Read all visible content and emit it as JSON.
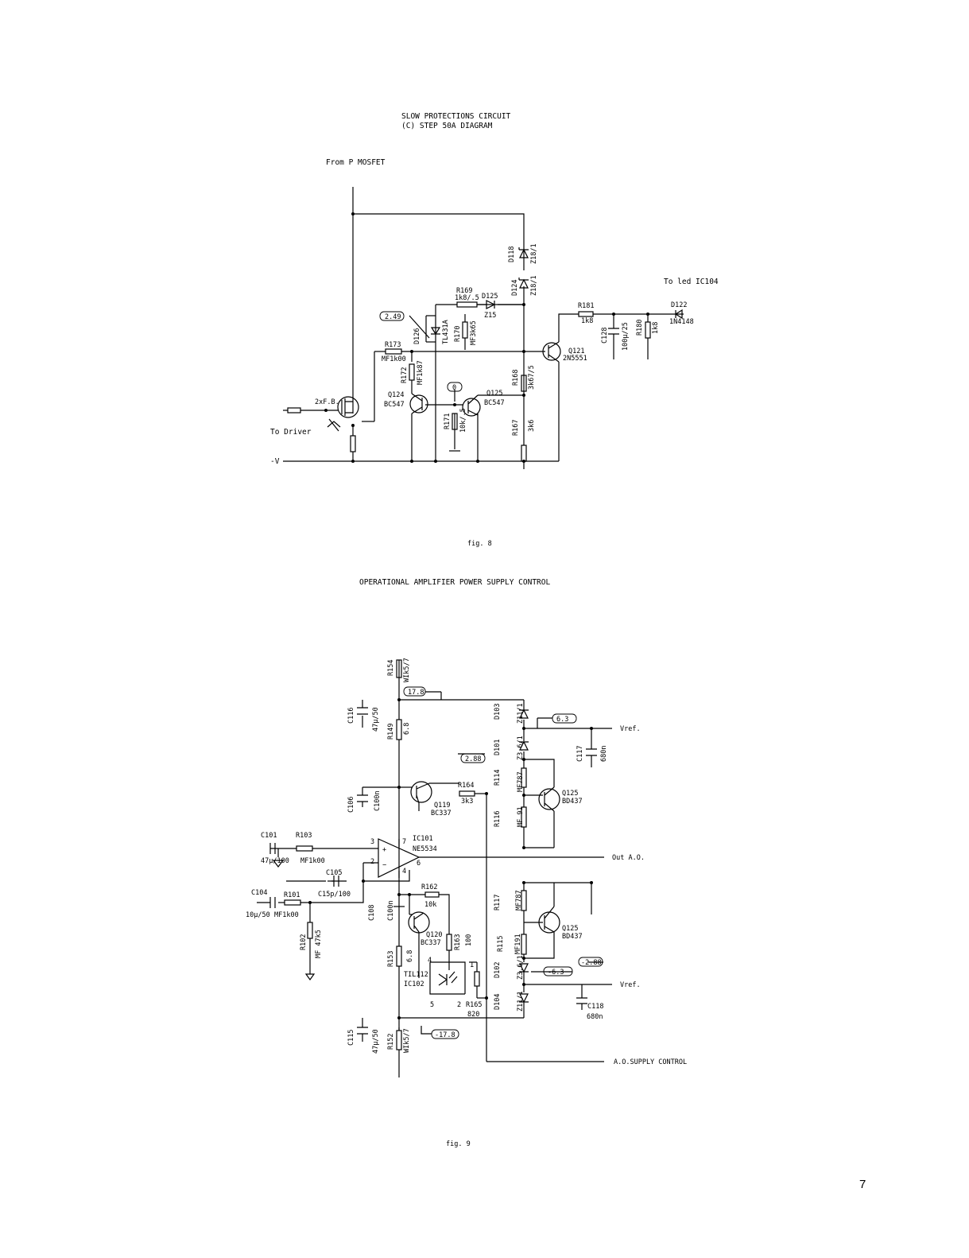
{
  "fig8": {
    "title1": "SLOW PROTECTIONS CIRCUIT",
    "title2": "(C) STEP 50A DIAGRAM",
    "from_label": "From P MOSFET",
    "to_led": "To led IC104",
    "to_driver": "To Driver",
    "minus_v": "-V",
    "fet_label": "2xF.B.",
    "meas_249": "2.49",
    "meas_0": "0",
    "d118": "D118",
    "d118_v": "Z18/1",
    "d124": "D124",
    "d124_v": "Z18/1",
    "r169": "R169",
    "r169_v": "1k8/.5",
    "d125": "D125",
    "d125_v": "Z15",
    "r181": "R181",
    "r181_v": "1k8",
    "d122": "D122",
    "d122_v": "1N4148",
    "c128": "C128",
    "c128_v": "100μ/25",
    "r180": "R180",
    "r180_v": "1k8",
    "d126": "D126",
    "tl431": "TL431A",
    "r170": "R170",
    "r170_v": "MF3k65",
    "r173": "R173",
    "r173_v": "MF1k00",
    "r172": "R172",
    "r172_v": "MF1k87",
    "q121": "Q121",
    "q121_v": "2N5551",
    "r168": "R168",
    "r168_v": "3k67/5",
    "q124": "Q124",
    "q124_v": "BC547",
    "q125": "Q125",
    "q125_v": "BC547",
    "r171": "R171",
    "r171_v": "10k/.5",
    "r167": "R167",
    "r167_v": "3k6",
    "caption": "fig. 8"
  },
  "fig9": {
    "title": "OPERATIONAL AMPLIFIER POWER SUPPLY CONTROL",
    "r154": "R154",
    "r154_v": "WIk5/7",
    "meas_178": "17.8",
    "c116": "C116",
    "c116_v": "47μ/50",
    "r149": "R149",
    "r149_v": "6.8",
    "d103": "D103",
    "d103_v": "Z11/1",
    "meas_63": "6.3",
    "vref_top": "Vref.",
    "d101": "D101",
    "d101_v": "Z3.6/1",
    "c117": "C117",
    "c117_v": "680n",
    "meas_288": "2.88",
    "r114": "R114",
    "r114_v": "MF787",
    "q125a": "Q125",
    "q125a_v": "BD437",
    "c106": "C106",
    "c106_v": "C100n",
    "q119": "Q119",
    "q119_v": "BC337",
    "r164": "R164",
    "r164_v": "3k3",
    "r116": "R116",
    "r116_v": "MF 91",
    "c101": "C101",
    "c101_v": "47μ/100",
    "r103": "R103",
    "r103_v": "MF1k00",
    "ic101": "IC101",
    "ic101_v": "NE5534",
    "pin3": "3",
    "pin2": "2",
    "pin7": "7",
    "pin6": "6",
    "pin4": "4",
    "plus": "+",
    "minus": "−",
    "out_ao": "Out A.O.",
    "c105": "C105",
    "c105_v": "C15p/100",
    "c104": "C104",
    "c104_v": "10μ/50",
    "r101": "R101",
    "r101_v": "MF1k00",
    "r162": "R162",
    "r162_v": "10k",
    "r117": "R117",
    "r117_v": "MF787",
    "q125b": "Q125",
    "q125b_v": "BD437",
    "c108": "C108",
    "c108_v": "C100n",
    "q120": "Q120",
    "q120_v": "BC337",
    "r163": "R163",
    "r163_v": "100",
    "r102": "R102",
    "r102_v": "MF 47k5",
    "r115": "R115",
    "r115_v": "MF191",
    "r153": "R153",
    "r153_v": "6.8",
    "til112": "TIL112",
    "ic102": "IC102",
    "opto1": "1",
    "opto4": "4",
    "opto5": "5",
    "opto2": "2",
    "d102": "D102",
    "d102_v": "Z3.6/1",
    "meas_m288": "-2.88",
    "meas_m63": "-6.3",
    "vref_bot": "Vref.",
    "r165": "R165",
    "r165_v": "820",
    "d104": "D104",
    "d104_v": "Z11/1",
    "c118": "C118",
    "c118_v": "680n",
    "c115": "C115",
    "c115_v": "47μ/50",
    "r152": "R152",
    "r152_v": "WIk5/7",
    "meas_m178": "-17.8",
    "ao_supply": "A.O.SUPPLY CONTROL",
    "caption": "fig. 9"
  },
  "page_number": "7"
}
